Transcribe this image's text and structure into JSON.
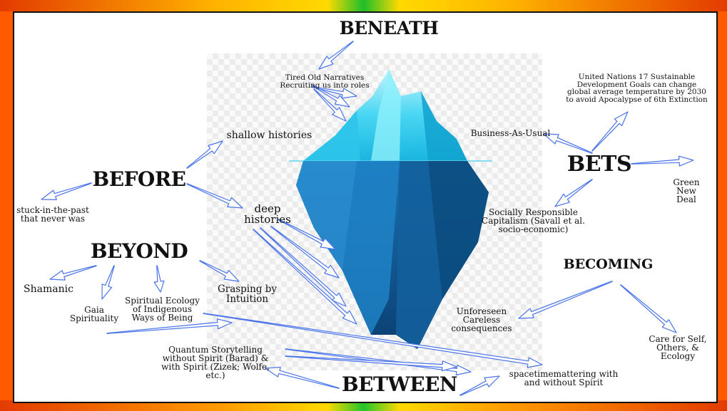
{
  "labels": {
    "beneath": "BENEATH",
    "before": "BEFORE",
    "beyond": "BEYOND",
    "bets": "BETS",
    "becoming": "BECOMING",
    "between": "BETWEEN",
    "tired": "Tired Old Narratives\nRecruiting us into roles",
    "shallow": "shallow histories",
    "deep": "deep\nhistories",
    "stuck": "stuck-in-the-past\nthat never was",
    "shamanic": "Shamanic",
    "gaia": "Gaia\nSpirituality",
    "spiritual": "Spiritual Ecology\nof Indigenous\nWays of Being",
    "grasping": "Grasping by\nIntuition",
    "un": "United Nations 17 Sustainable\nDevelopment Goals can change\nglobal average temperature by 2030\nto avoid Apocalypse of 6th Extinction",
    "business": "Business-As-Usual",
    "green": "Green\nNew\nDeal",
    "socially": "Socially Responsible\nCapitalism (Savall et al.\nsocio-economic)",
    "unforeseen": "Unforeseen\nCareless\nconsequences",
    "care": "Care for Self,\nOthers, &\nEcology",
    "quantum": "Quantum Storytelling\nwithout Spirit (Barad) &\nwith Spirit (Zizek; Wolfe,\netc.)",
    "spacetime": "spacetimemattering with\nand without Spirit"
  },
  "colors": {
    "arrow_stroke": "#4a74e8",
    "ice_top": "#5fe0f5",
    "ice_deep": "#0b4f86",
    "frame_outer": "#ff6a00",
    "frame_center": "#1fbf2a"
  }
}
